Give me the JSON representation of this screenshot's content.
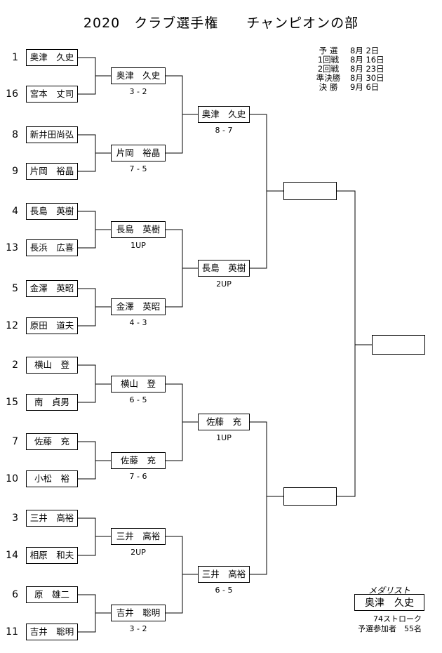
{
  "title": "2020　クラブ選手権　　チャンピオンの部",
  "schedule": [
    {
      "round": "予  選",
      "date": "8月  2日"
    },
    {
      "round": "1回戦",
      "date": "8月 16日"
    },
    {
      "round": "2回戦",
      "date": "8月 23日"
    },
    {
      "round": "準決勝",
      "date": "8月 30日"
    },
    {
      "round": "決  勝",
      "date": "9月  6日"
    }
  ],
  "round1": [
    {
      "seed": "1",
      "name": "奥津　久史"
    },
    {
      "seed": "16",
      "name": "宮本　丈司"
    },
    {
      "seed": "8",
      "name": "新井田尚弘"
    },
    {
      "seed": "9",
      "name": "片岡　裕晶"
    },
    {
      "seed": "4",
      "name": "長島　英樹"
    },
    {
      "seed": "13",
      "name": "長浜　広喜"
    },
    {
      "seed": "5",
      "name": "金澤　英昭"
    },
    {
      "seed": "12",
      "name": "原田　道夫"
    },
    {
      "seed": "2",
      "name": "横山　登"
    },
    {
      "seed": "15",
      "name": "南　貞男"
    },
    {
      "seed": "7",
      "name": "佐藤　充"
    },
    {
      "seed": "10",
      "name": "小松　裕"
    },
    {
      "seed": "3",
      "name": "三井　高裕"
    },
    {
      "seed": "14",
      "name": "相原　和夫"
    },
    {
      "seed": "6",
      "name": "原　雄二"
    },
    {
      "seed": "11",
      "name": "吉井　聡明"
    }
  ],
  "round2": [
    {
      "name": "奥津　久史",
      "score": "3 - 2"
    },
    {
      "name": "片岡　裕晶",
      "score": "7 - 5"
    },
    {
      "name": "長島　英樹",
      "score": "1UP"
    },
    {
      "name": "金澤　英昭",
      "score": "4 - 3"
    },
    {
      "name": "横山　登",
      "score": "6 - 5"
    },
    {
      "name": "佐藤　充",
      "score": "7 - 6"
    },
    {
      "name": "三井　高裕",
      "score": "2UP"
    },
    {
      "name": "吉井　聡明",
      "score": "3 - 2"
    }
  ],
  "round3": [
    {
      "name": "奥津　久史",
      "score": "8 - 7"
    },
    {
      "name": "長島　英樹",
      "score": "2UP"
    },
    {
      "name": "佐藤　充",
      "score": "1UP"
    },
    {
      "name": "三井　高裕",
      "score": "6 - 5"
    }
  ],
  "semifinal": [
    {
      "name": "",
      "score": ""
    },
    {
      "name": "",
      "score": ""
    }
  ],
  "final": {
    "name": "",
    "score": ""
  },
  "medalist": {
    "label": "メダリスト",
    "name": "奥津　久史",
    "stroke": "74ストローク",
    "participants": "予選参加者　55名"
  }
}
